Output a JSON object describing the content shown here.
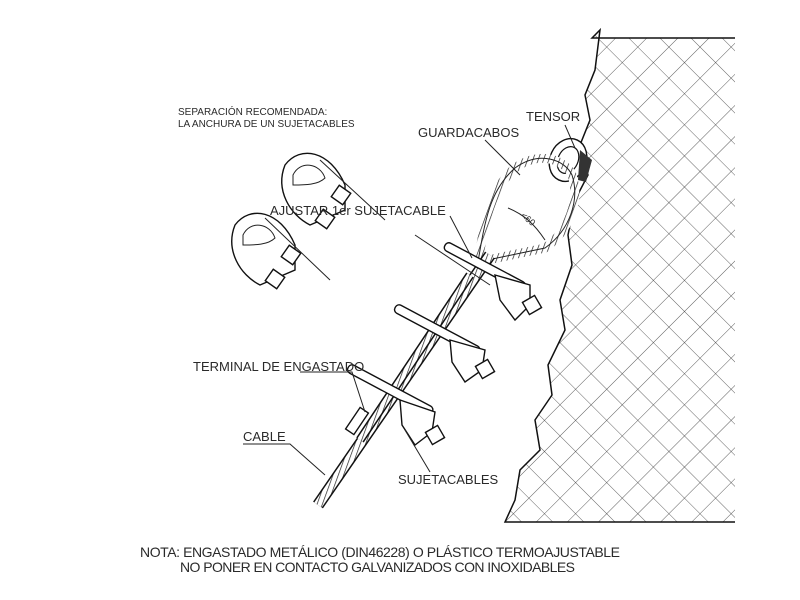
{
  "labels": {
    "separation_line1": "SEPARACIÓN RECOMENDADA:",
    "separation_line2": "LA ANCHURA DE UN SUJETACABLES",
    "tensor": "TENSOR",
    "guardacabos": "GUARDACABOS",
    "ajustar": "AJUSTAR 1er SUJETACABLE",
    "angle": "<60",
    "terminal": "TERMINAL DE ENGASTADO",
    "cable": "CABLE",
    "sujetacables": "SUJETACABLES"
  },
  "note": {
    "line1": "NOTA: ENGASTADO METÁLICO (DIN46228) O PLÁSTICO TERMOAJUSTABLE",
    "line2": "NO PONER EN CONTACTO GALVANIZADOS CON INOXIDABLES"
  }
}
